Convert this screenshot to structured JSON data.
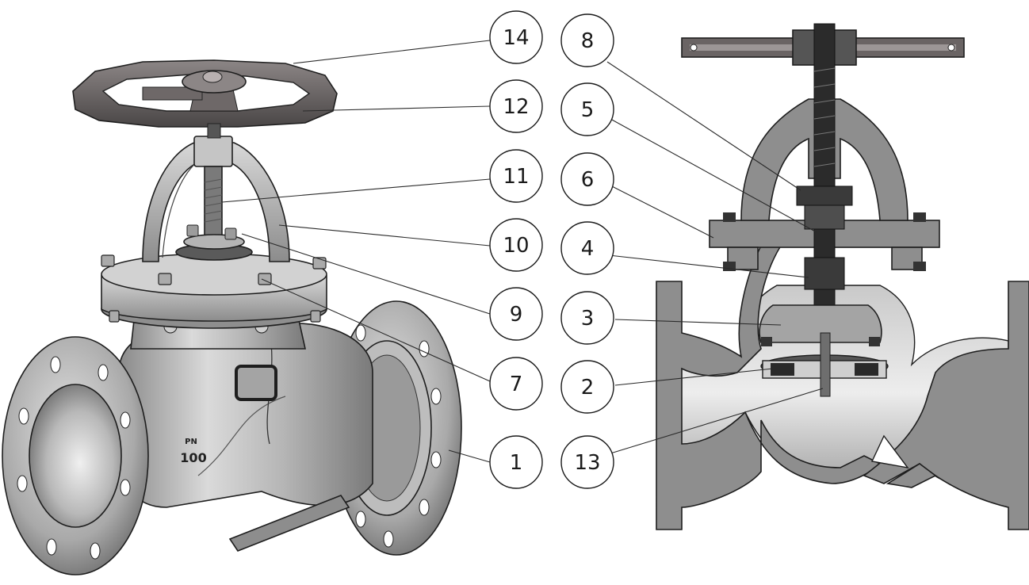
{
  "callouts": {
    "left": [
      {
        "id": "14",
        "label": "14"
      },
      {
        "id": "12",
        "label": "12"
      },
      {
        "id": "11",
        "label": "11"
      },
      {
        "id": "10",
        "label": "10"
      },
      {
        "id": "9",
        "label": "9"
      },
      {
        "id": "7",
        "label": "7"
      },
      {
        "id": "1",
        "label": "1"
      }
    ],
    "right": [
      {
        "id": "8",
        "label": "8"
      },
      {
        "id": "5",
        "label": "5"
      },
      {
        "id": "6",
        "label": "6"
      },
      {
        "id": "4",
        "label": "4"
      },
      {
        "id": "3",
        "label": "3"
      },
      {
        "id": "2",
        "label": "2"
      },
      {
        "id": "13",
        "label": "13"
      }
    ]
  },
  "body_marking": {
    "pn": "PN",
    "dn": "100"
  },
  "colors": {
    "steel_light": "#d4d4d4",
    "steel_mid": "#a9a9a9",
    "steel_dark": "#6e6e6e",
    "handwheel": "#5e5a5a",
    "cut_face": "#8e8e8e",
    "outline": "#1e1e1e"
  }
}
